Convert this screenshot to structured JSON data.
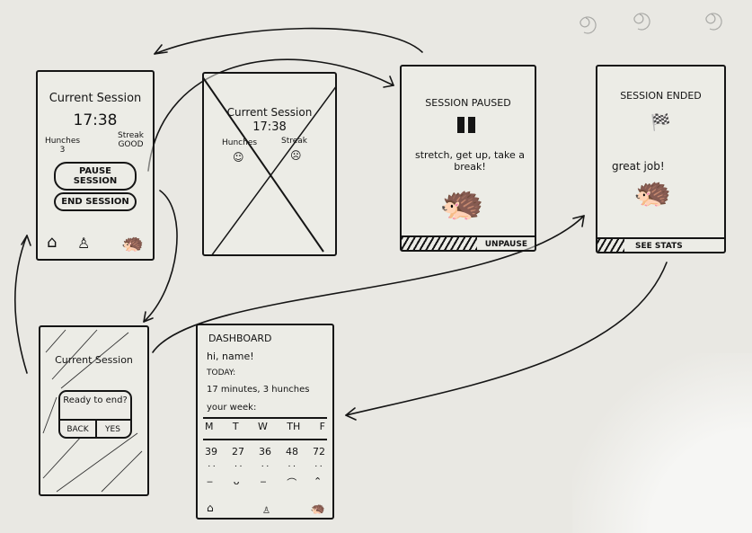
{
  "current_session": {
    "title": "Current Session",
    "timer": "17:38",
    "hunches_label": "Hunches",
    "hunches_value": "3",
    "streak_label": "Streak",
    "streak_value": "GOOD",
    "pause_button": "PAUSE SESSION",
    "end_button": "END SESSION"
  },
  "crossed_out_session": {
    "title": "Current Session",
    "timer": "17:38",
    "hunches_label": "Hunches",
    "streak_label": "Streak"
  },
  "session_paused": {
    "title": "SESSION PAUSED",
    "message": "stretch, get up, take a break!",
    "unpause_button": "UNPAUSE"
  },
  "session_ended": {
    "title": "SESSION ENDED",
    "message": "great job!",
    "see_stats_button": "SEE STATS"
  },
  "end_confirm": {
    "background_title": "Current Session",
    "question": "Ready to end?",
    "back_button": "BACK",
    "yes_button": "YES"
  },
  "dashboard": {
    "title": "DASHBOARD",
    "greeting": "hi, name!",
    "today_label": "TODAY:",
    "today_summary": "17 minutes, 3 hunches",
    "week_label": "your week:",
    "days": [
      {
        "day": "M",
        "value": "39",
        "face": "neutral"
      },
      {
        "day": "T",
        "value": "27",
        "face": "happy"
      },
      {
        "day": "W",
        "value": "36",
        "face": "neutral"
      },
      {
        "day": "TH",
        "value": "48",
        "face": "sad"
      },
      {
        "day": "F",
        "value": "72",
        "face": "sad"
      }
    ]
  }
}
